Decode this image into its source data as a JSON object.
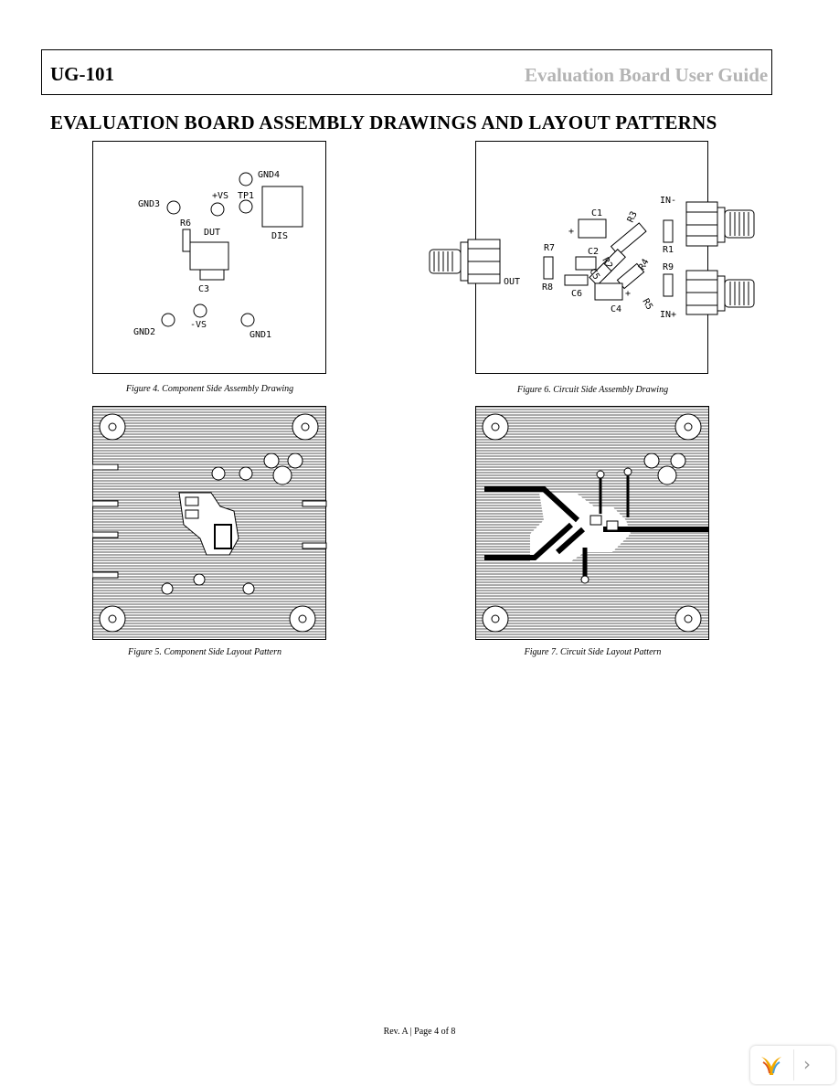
{
  "header": {
    "doc_id": "UG-101",
    "doc_title": "Evaluation Board User Guide"
  },
  "section_title": "EVALUATION BOARD ASSEMBLY DRAWINGS AND LAYOUT PATTERNS",
  "figures": {
    "fig4": {
      "caption": "Figure 4. Component Side Assembly Drawing",
      "labels": {
        "gnd4": "GND4",
        "gnd3": "GND3",
        "vs_pos": "+VS",
        "tp1": "TP1",
        "r6": "R6",
        "dut": "DUT",
        "dis": "DIS",
        "c3": "C3",
        "gnd2": "GND2",
        "vs_neg": "-VS",
        "gnd1": "GND1"
      }
    },
    "fig5": {
      "caption": "Figure 5. Component Side Layout Pattern"
    },
    "fig6": {
      "caption": "Figure 6. Circuit Side Assembly Drawing",
      "labels": {
        "c1": "C1",
        "r3": "R3",
        "in_neg": "IN-",
        "r1": "R1",
        "r7": "R7",
        "c2": "C2",
        "r2": "R2",
        "c5": "C5",
        "r4": "R4",
        "r9": "R9",
        "out": "OUT",
        "r8": "R8",
        "c6": "C6",
        "c4": "C4",
        "r5": "R5",
        "in_pos": "IN+",
        "plus1": "+",
        "plus2": "+"
      }
    },
    "fig7": {
      "caption": "Figure 7. Circuit Side Layout Pattern"
    }
  },
  "footer": {
    "page_label": "Rev. A | Page 4 of 8"
  },
  "viewer": {
    "next_arrow": "›",
    "logo_icon": "viewer-logo-icon"
  }
}
